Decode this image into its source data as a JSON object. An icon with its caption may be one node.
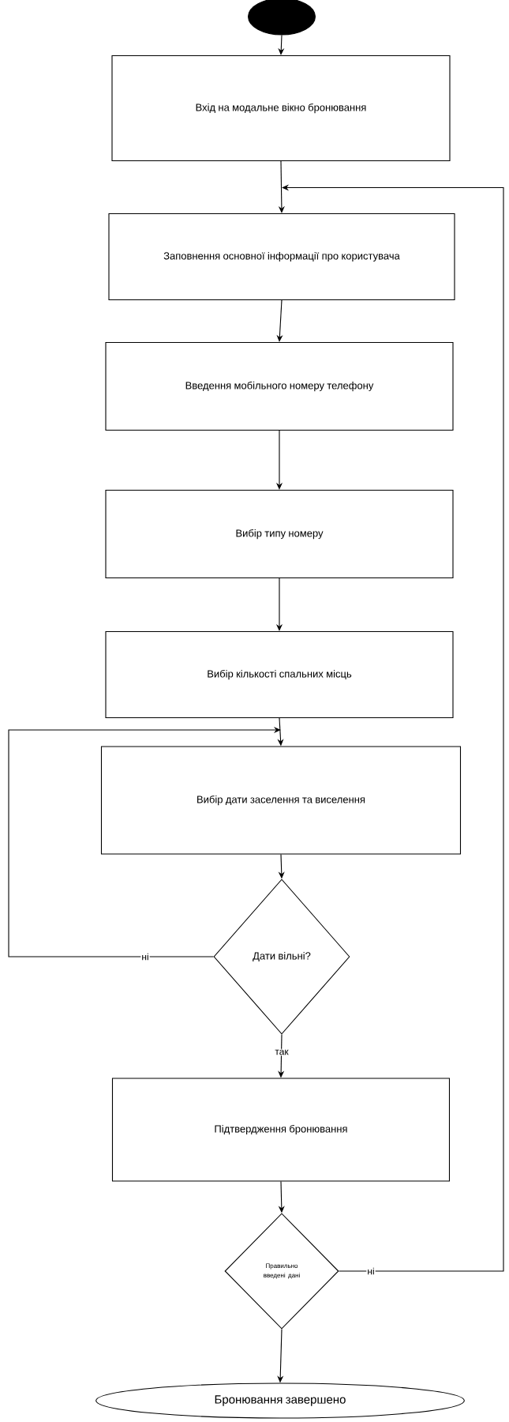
{
  "diagram": {
    "nodes": [
      {
        "text": [],
        "shape": "ellipse"
      },
      {
        "text": [
          "Вхід на модальне вікно бронювання"
        ]
      },
      {
        "text": [
          "Заповнення основної інформації про користувача"
        ]
      },
      {
        "text": [
          "Введення мобільного номеру телефону"
        ]
      },
      {
        "text": [
          "Вибір типу номеру"
        ]
      },
      {
        "text": [
          "Вибір кількості спальних місць"
        ]
      },
      {
        "text": [
          "Вибір дати заселення та виселення"
        ]
      },
      {
        "text": [
          "Дати вільні?"
        ]
      },
      {
        "text": [
          "Підтвердження бронювання"
        ]
      },
      {
        "text": [
          "Правильно введені дані"
        ]
      },
      {
        "text": [
          "Бронювання завершено"
        ]
      }
    ],
    "edges": [
      {
        "from": 0,
        "to": 1,
        "arrow": "to"
      },
      {
        "from": 1,
        "to": 2,
        "arrow": "to"
      },
      {
        "from": 2,
        "to": 3,
        "arrow": "to"
      },
      {
        "from": 3,
        "to": 4,
        "arrow": "to"
      },
      {
        "from": 4,
        "to": 5,
        "arrow": "to"
      },
      {
        "from": 5,
        "to": 6,
        "arrow": "to"
      },
      {
        "from": 6,
        "to": 7,
        "arrow": "to"
      },
      {
        "from": 7,
        "to": 6,
        "arrow": "to",
        "label": "ні"
      },
      {
        "from": 7,
        "to": 8,
        "arrow": "to",
        "label": "так"
      },
      {
        "from": 8,
        "to": 9,
        "arrow": "to"
      },
      {
        "from": 9,
        "to": 10,
        "arrow": "to"
      },
      {
        "from": 9,
        "to": 2,
        "arrow": "to",
        "label": "ні"
      }
    ]
  }
}
